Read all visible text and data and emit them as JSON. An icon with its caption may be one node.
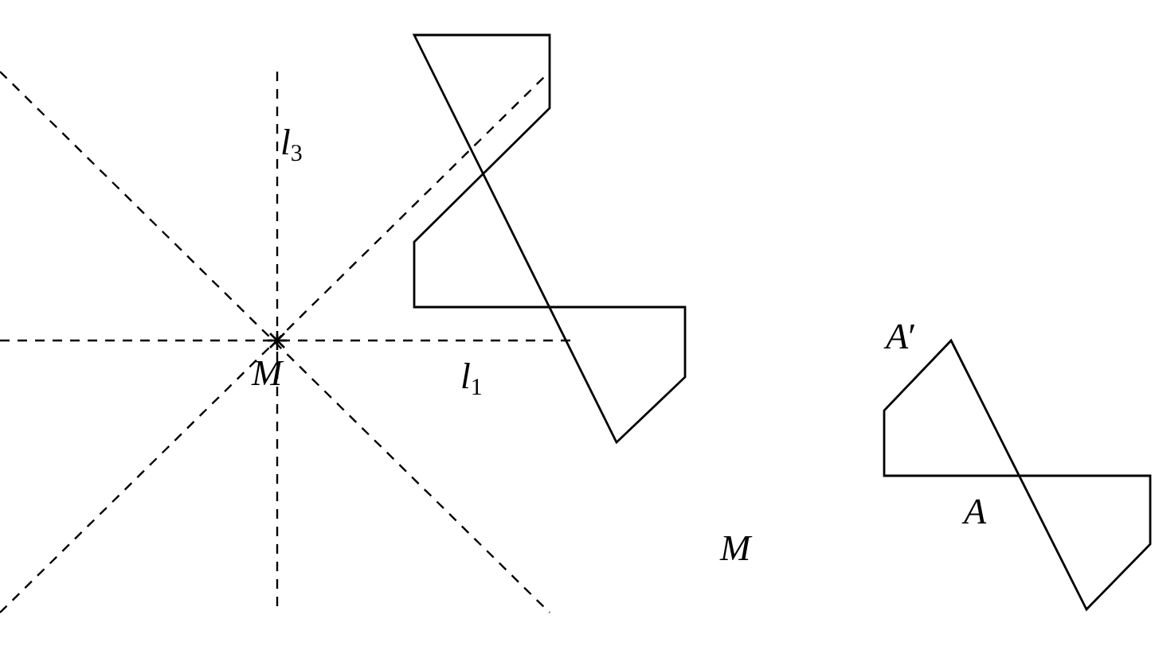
{
  "diagram": {
    "labels": [
      "*l*$_{3}$",
      "*M*",
      "*l*$_{1}$",
      "*A*′",
      "*A*",
      "*M*"
    ]
  }
}
